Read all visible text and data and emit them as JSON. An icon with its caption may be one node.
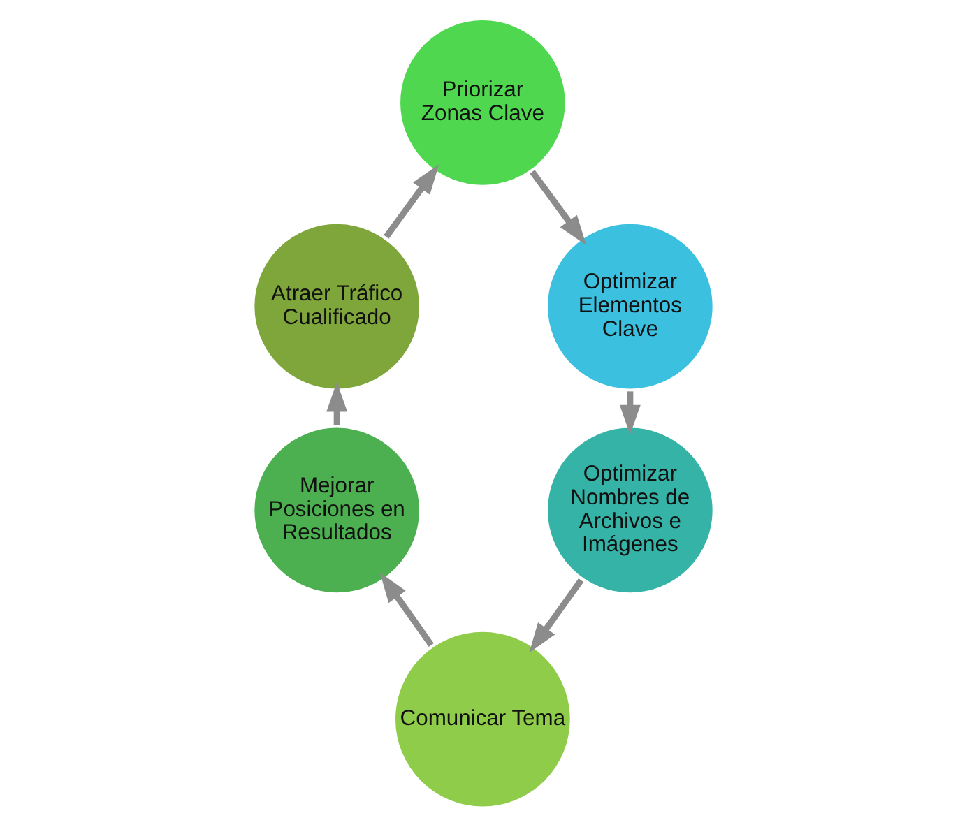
{
  "diagram": {
    "nodes": [
      {
        "text": [
          "Priorizar Zonas Clave"
        ]
      },
      {
        "text": [
          "Optimizar Elementos Clave"
        ]
      },
      {
        "text": [
          "Optimizar Nombres de Archivos e Imágenes"
        ]
      },
      {
        "text": [
          "Comunicar Tema"
        ]
      },
      {
        "text": [
          "Mejorar Posiciones en Resultados"
        ]
      },
      {
        "text": [
          "Atraer Tráfico Cualificado"
        ]
      }
    ],
    "edges": [
      {
        "from": 0,
        "to": 1,
        "arrow": "to"
      },
      {
        "from": 1,
        "to": 2,
        "arrow": "to"
      },
      {
        "from": 2,
        "to": 3,
        "arrow": "to"
      },
      {
        "from": 3,
        "to": 4,
        "arrow": "to"
      },
      {
        "from": 4,
        "to": 5,
        "arrow": "to"
      },
      {
        "from": 5,
        "to": 0,
        "arrow": "to"
      }
    ]
  }
}
